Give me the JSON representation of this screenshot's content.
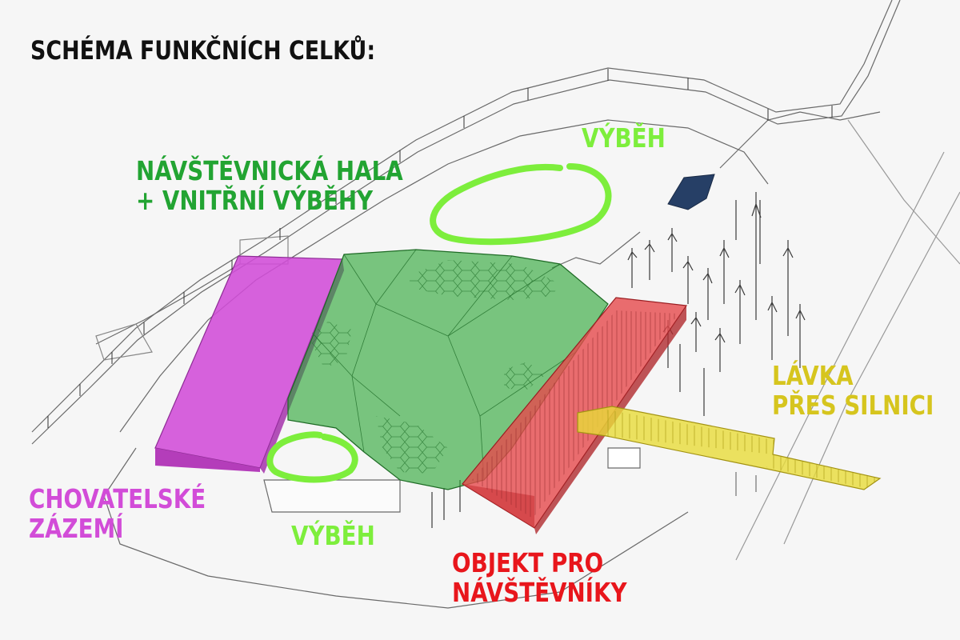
{
  "title": "SCHÉMA FUNKČNÍCH CELKŮ:",
  "colors": {
    "hall": "#22a432",
    "run": "#7dee3c",
    "breeding": "#d24cd8",
    "visitors": "#e8161c",
    "footbridge": "#d6c51e",
    "title": "#111111"
  },
  "labels": {
    "hall": {
      "line1": "NÁVŠTĚVNICKÁ HALA",
      "line2": "+ VNITŘNÍ VÝBĚHY"
    },
    "run_top": "VÝBĚH",
    "run_bottom": "VÝBĚH",
    "breeding": {
      "line1": "CHOVATELSKÉ",
      "line2": "ZÁZEMÍ"
    },
    "visitors": {
      "line1": "OBJEKT PRO",
      "line2": "NÁVŠTĚVNÍKY"
    },
    "footbridge": {
      "line1": "LÁVKA",
      "line2": "PŘES SILNICI"
    }
  }
}
